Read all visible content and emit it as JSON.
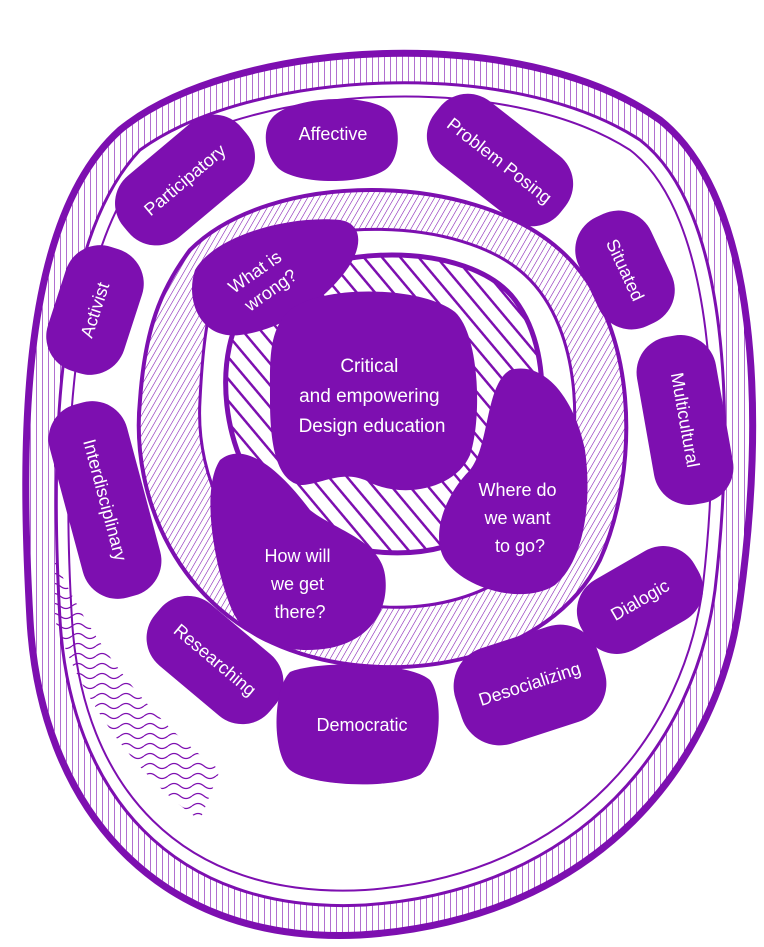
{
  "colors": {
    "primary": "#7d0fb0",
    "background": "#ffffff",
    "text": "#ffffff"
  },
  "center": {
    "lines": [
      "Critical",
      "and empowering",
      "Design education"
    ]
  },
  "questions": {
    "what_is_wrong": [
      "What is",
      "wrong?"
    ],
    "where_do_we_want": [
      "Where do",
      "we want",
      "to go?"
    ],
    "how_will_we_get": [
      "How will",
      "we get",
      "there?"
    ]
  },
  "attributes": {
    "affective": "Affective",
    "problem_posing": "Problem Posing",
    "situated": "Situated",
    "multicultural": "Multicultural",
    "dialogic": "Dialogic",
    "desocializing": "Desocializing",
    "democratic": "Democratic",
    "researching": "Researching",
    "interdisciplinary": "Interdisciplinary",
    "activist": "Activist",
    "participatory": "Participatory"
  }
}
